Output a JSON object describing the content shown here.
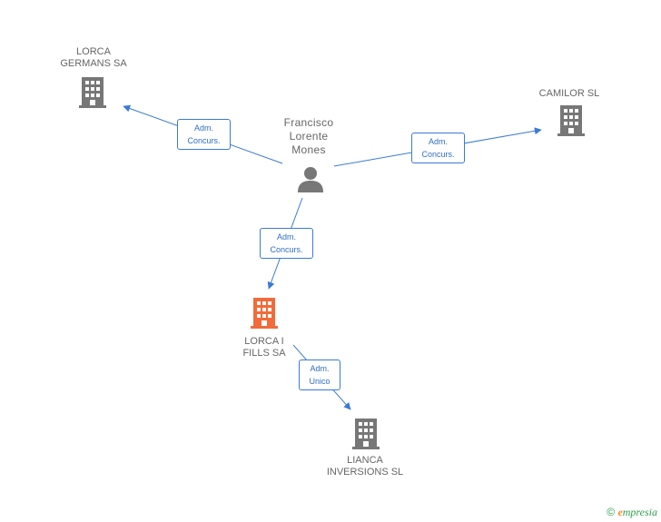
{
  "nodes": {
    "lorca_germans": {
      "label": "LORCA\nGERMANS SA",
      "type": "company",
      "color": "#777777"
    },
    "camilor": {
      "label": "CAMILOR SL",
      "type": "company",
      "color": "#777777"
    },
    "francisco": {
      "label": "Francisco\nLorente\nMones",
      "type": "person",
      "color": "#777777"
    },
    "lorca_i_fills": {
      "label": "LORCA I\nFILLS SA",
      "type": "company",
      "color": "#f26b3a"
    },
    "lianca": {
      "label": "LIANCA\nINVERSIONS SL",
      "type": "company",
      "color": "#777777"
    }
  },
  "edges": [
    {
      "id": "e1",
      "line1": "Adm.",
      "line2": "Concurs."
    },
    {
      "id": "e2",
      "line1": "Adm.",
      "line2": "Concurs."
    },
    {
      "id": "e3",
      "line1": "Adm.",
      "line2": "Concurs."
    },
    {
      "id": "e4",
      "line1": "Adm.",
      "line2": "Unico"
    }
  ],
  "footer": {
    "copyright": "©",
    "brand_e": "e",
    "brand_rest": "mpresia"
  },
  "colors": {
    "edge": "#3a7bd5",
    "company": "#777777",
    "highlight": "#f26b3a"
  }
}
